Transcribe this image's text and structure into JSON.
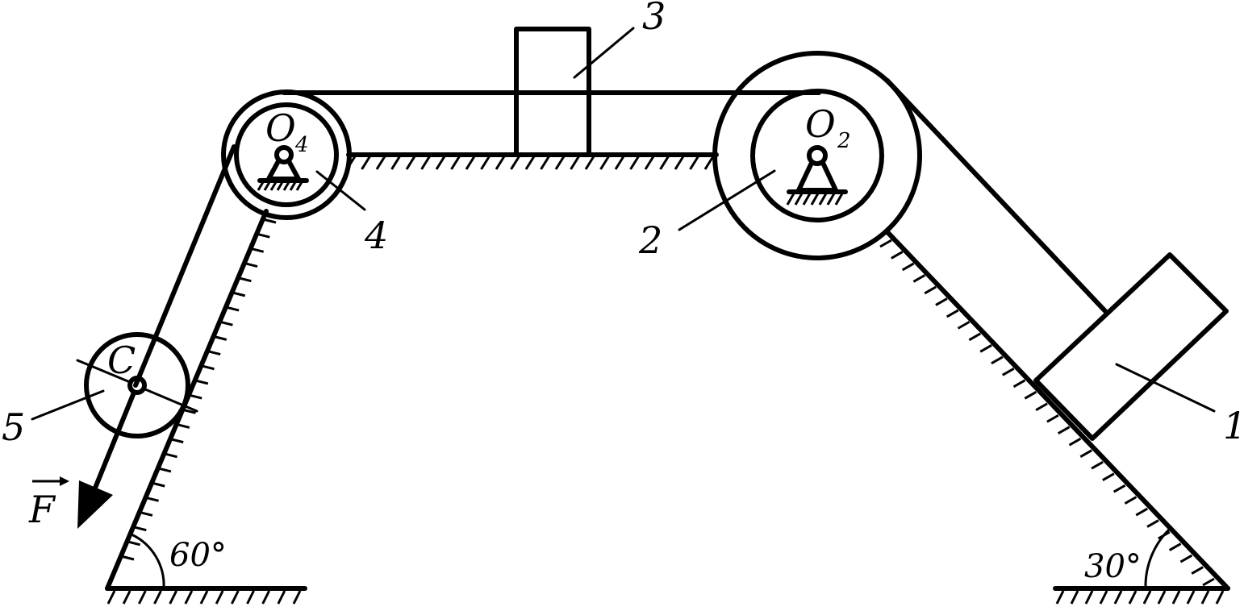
{
  "labels": {
    "body1": "1",
    "body2": "2",
    "body3": "3",
    "body4": "4",
    "body5": "5",
    "pulley4_letter": "O",
    "pulley4_sub": "4",
    "pulley2_letter": "O",
    "pulley2_sub": "2",
    "roller_center": "C",
    "force": "F",
    "angle_left": "60°",
    "angle_right": "30°"
  },
  "colors": {
    "ink": "#000000",
    "background": "#ffffff"
  }
}
